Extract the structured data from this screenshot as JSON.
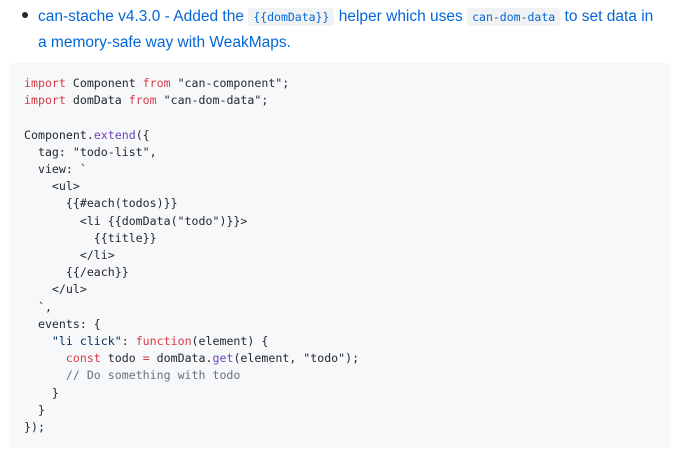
{
  "changelog": {
    "item_prefix": "can-stache v4.3.0 - Added the ",
    "item_code_1": "{{domData}}",
    "item_middle": " helper which uses ",
    "item_code_2": "can-dom-data",
    "item_suffix": " to set data in a memory-safe way with WeakMaps."
  },
  "code_lines": [
    [
      {
        "t": "import",
        "c": "kw"
      },
      {
        "t": " Component "
      },
      {
        "t": "from",
        "c": "kw"
      },
      {
        "t": " \"can-component\";"
      }
    ],
    [
      {
        "t": "import",
        "c": "kw"
      },
      {
        "t": " domData "
      },
      {
        "t": "from",
        "c": "kw"
      },
      {
        "t": " \"can-dom-data\";"
      }
    ],
    [],
    [
      {
        "t": "Component."
      },
      {
        "t": "extend",
        "c": "fn"
      },
      {
        "t": "({"
      }
    ],
    [
      {
        "t": "  tag: \"todo-list\","
      }
    ],
    [
      {
        "t": "  view: `"
      }
    ],
    [
      {
        "t": "    <ul>"
      }
    ],
    [
      {
        "t": "      {{#each(todos)}}"
      }
    ],
    [
      {
        "t": "        <li {{domData(\"todo\")}}>"
      }
    ],
    [
      {
        "t": "          {{title}}"
      }
    ],
    [
      {
        "t": "        </li>"
      }
    ],
    [
      {
        "t": "      {{/each}}"
      }
    ],
    [
      {
        "t": "    </ul>"
      }
    ],
    [
      {
        "t": "  `,"
      }
    ],
    [
      {
        "t": "  events: {"
      }
    ],
    [
      {
        "t": "    "
      },
      {
        "t": "\"li click\"",
        "c": "str"
      },
      {
        "t": ": "
      },
      {
        "t": "function",
        "c": "kw"
      },
      {
        "t": "(element) {"
      }
    ],
    [
      {
        "t": "      "
      },
      {
        "t": "const",
        "c": "kw"
      },
      {
        "t": " todo "
      },
      {
        "t": "=",
        "c": "kw"
      },
      {
        "t": " domData."
      },
      {
        "t": "get",
        "c": "fn"
      },
      {
        "t": "(element, \"todo\");"
      }
    ],
    [
      {
        "t": "      "
      },
      {
        "t": "// Do something with todo",
        "c": "cm"
      }
    ],
    [
      {
        "t": "    }"
      }
    ],
    [
      {
        "t": "  }"
      }
    ],
    [
      {
        "t": "});"
      }
    ]
  ],
  "colors": {
    "link": "#0366d6",
    "keyword": "#d73a49",
    "function": "#6f42c1",
    "comment": "#6a737d",
    "string": "#032f62",
    "code_bg": "#f6f8fa"
  }
}
